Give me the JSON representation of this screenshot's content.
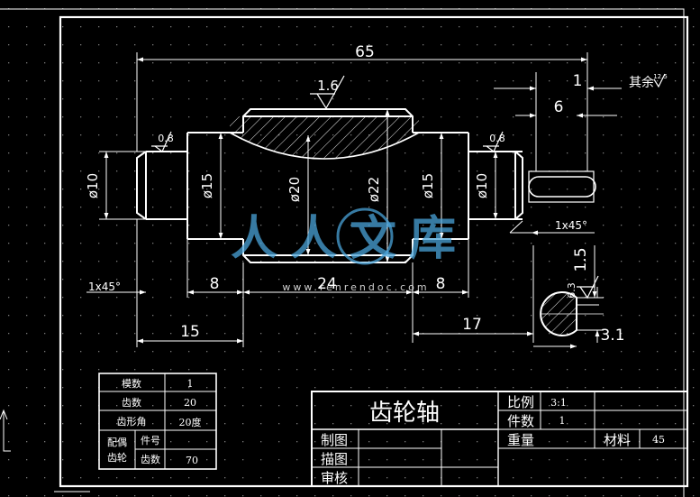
{
  "dimensions": {
    "overall_length": "65",
    "gear_width": "24",
    "left_step": "8",
    "right_step": "8",
    "left_segment": "15",
    "right_segment": "17",
    "keyway_offset": "1",
    "keyway_length": "6",
    "dia_left_end": "ø10",
    "dia_left_journal": "ø15",
    "dia_root": "ø20",
    "dia_tip": "ø22",
    "dia_right_journal": "ø15",
    "dia_right_end": "ø10",
    "chamfer_left": "1x45°",
    "chamfer_right": "1x45°",
    "section_depth": "1.5",
    "section_width": "3.1"
  },
  "roughness": {
    "gear_surface": "1.6",
    "left_shoulder": "0.8",
    "right_shoulder": "0.8",
    "section": "6.3",
    "rest_label": "其余",
    "rest_value": "12.5"
  },
  "gear_table": {
    "rows": [
      {
        "label": "模数",
        "value": "1"
      },
      {
        "label": "齿数",
        "value": "20"
      },
      {
        "label": "齿形角",
        "value": "20度"
      }
    ],
    "mating": {
      "label_line1": "配偶",
      "label_line2": "齿轮",
      "part_no_label": "件号",
      "part_no_value": "",
      "teeth_label": "齿数",
      "teeth_value": "70"
    }
  },
  "title_block": {
    "part_name": "齿轮轴",
    "scale_label": "比例",
    "scale_value": "3:1",
    "quantity_label": "件数",
    "quantity_value": "1",
    "weight_label": "重量",
    "material_label": "材料",
    "material_value": "45",
    "drawn_by": "制图",
    "traced_by": "描图",
    "checked_by": "审核"
  },
  "watermark": {
    "brand": "人人文库",
    "url": "www.renrendoc.com"
  }
}
